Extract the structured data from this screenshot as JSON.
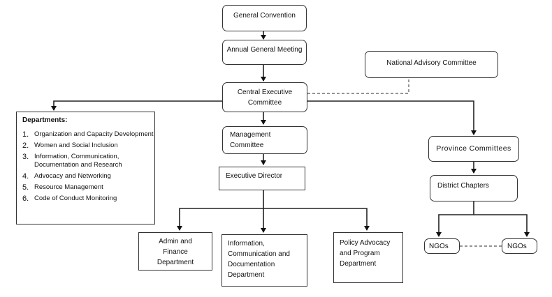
{
  "nodes": {
    "general_convention": "General Convention",
    "annual_general_meeting": "Annual General Meeting",
    "national_advisory_committee": "National Advisory Committee",
    "central_executive_committee": "Central Executive Committee",
    "management_committee": "Management Committee",
    "executive_director": "Executive Director",
    "province_committees": "Province Committees",
    "district_chapters": "District Chapters",
    "admin_finance": "Admin and Finance Department",
    "icdr_department": "Information, Communication and Documentation Department",
    "policy_advocacy": "Policy Advocacy and Program Department",
    "ngos_left": "NGOs",
    "ngos_right": "NGOs"
  },
  "departments": {
    "title": "Departments:",
    "items": [
      {
        "num": "1.",
        "label": "Organization and Capacity Development"
      },
      {
        "num": "2.",
        "label": "Women and Social Inclusion"
      },
      {
        "num": "3.",
        "label": "Information, Communication, Documentation and Research"
      },
      {
        "num": "4.",
        "label": "Advocacy and Networking"
      },
      {
        "num": "5.",
        "label": "Resource Management"
      },
      {
        "num": "6.",
        "label": "Code of Conduct Monitoring"
      }
    ]
  }
}
